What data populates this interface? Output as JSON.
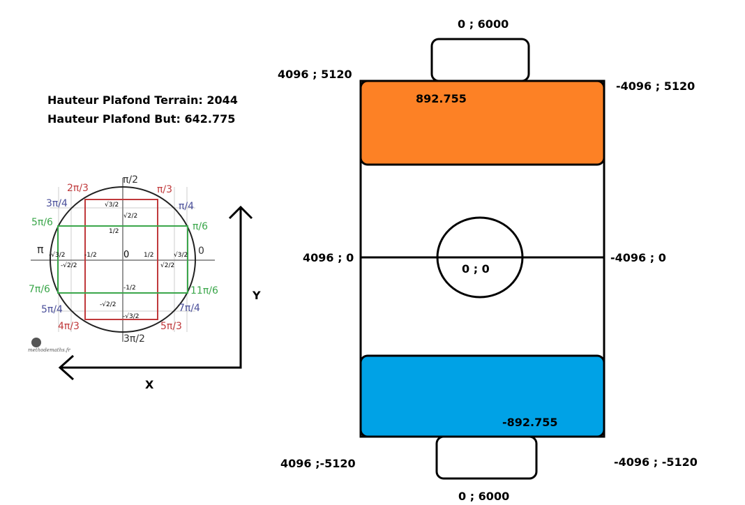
{
  "info": {
    "ceiling_field": "Hauteur Plafond Terrain: 2044",
    "ceiling_goal": "Hauteur Plafond But: 642.775"
  },
  "axes": {
    "x_label": "X",
    "y_label": "Y"
  },
  "field": {
    "top_goal": "0 ; 6000",
    "bottom_goal": "0 ; 6000",
    "top_left": "4096 ; 5120",
    "top_right": "-4096 ; 5120",
    "mid_left": "4096 ; 0",
    "mid_right": "-4096 ; 0",
    "center": "0 ; 0",
    "bottom_left": "4096 ;-5120",
    "bottom_right": "-4096 ; -5120",
    "orange_zone": "892.755",
    "blue_zone": "-892.755",
    "orange_color": "#fd8125",
    "blue_color": "#00a2e6"
  },
  "unit_circle": {
    "angles": {
      "a0": "0",
      "pi6": "π/6",
      "pi4": "π/4",
      "pi3": "π/3",
      "pi2": "π/2",
      "2pi3": "2π/3",
      "3pi4": "3π/4",
      "5pi6": "5π/6",
      "pi": "π",
      "7pi6": "7π/6",
      "5pi4": "5π/4",
      "4pi3": "4π/3",
      "3pi2": "3π/2",
      "5pi3": "5π/3",
      "7pi4": "7π/4",
      "11pi6": "11π/6"
    },
    "values": {
      "s3": "√3/2",
      "s2": "√2/2",
      "half": "1/2",
      "ms3": "-√3/2",
      "ms2": "-√2/2",
      "mhalf": "-1/2",
      "zero": "0",
      "cs3": "√3/2",
      "cs2": "√2/2",
      "chalf": "1/2",
      "mcs3": "-√3/2",
      "mcs2": "-√2/2",
      "mchalf": "-1/2"
    },
    "credit": "methodemaths.fr"
  }
}
